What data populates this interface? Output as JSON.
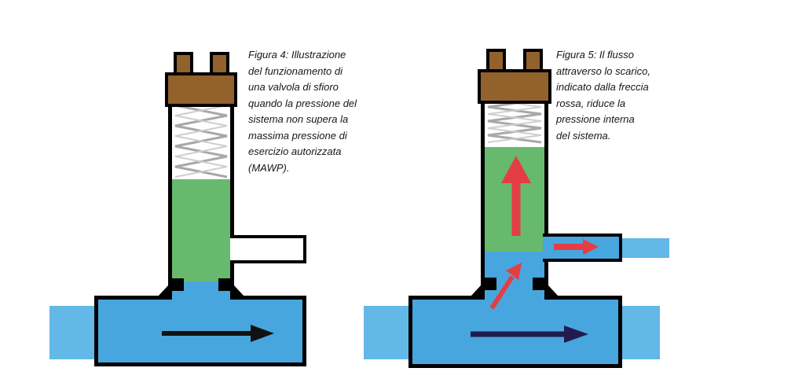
{
  "figures": {
    "fig4": {
      "caption": "Figura 4: Illustrazione\ndel funzionamento di\nuna valvola di sfioro\nquando la pressione del\nsistema non supera la\nmassima pressione di\nesercizio autorizzata\n(MAWP).",
      "arrows": [
        {
          "id": "main-flow",
          "direction": "right",
          "color": "black"
        }
      ]
    },
    "fig5": {
      "caption": "Figura 5: Il flusso\nattraverso lo scarico,\nindicato dalla freccia\nrossa, riduce la\npressione interna\ndel sistema.",
      "arrows": [
        {
          "id": "relief-upflow",
          "direction": "up",
          "color": "red"
        },
        {
          "id": "discharge-flow",
          "direction": "right",
          "color": "red"
        },
        {
          "id": "inlet-diagonal-flow",
          "direction": "up-right",
          "color": "red"
        },
        {
          "id": "main-flow",
          "direction": "right",
          "color": "navy"
        }
      ]
    }
  },
  "colors": {
    "pipe-blue": "#47a6dd",
    "pipe-blue-light": "#62b8e6",
    "valve-green": "#67b96e",
    "cap-brown": "#93612c",
    "spring-gray": "#a8a8a8",
    "spring-gray-light": "#cfcfcf",
    "outline-black": "#000000",
    "arrow-red": "#e53d44",
    "arrow-navy": "#221b4e",
    "arrow-black": "#111111"
  }
}
